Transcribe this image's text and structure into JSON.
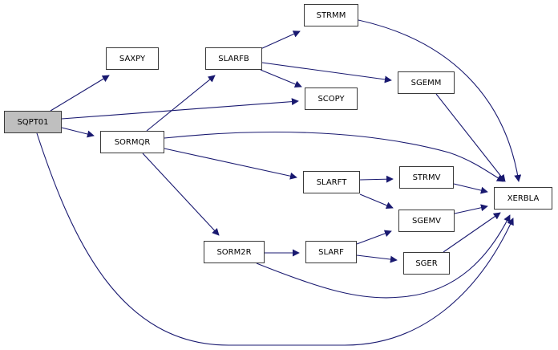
{
  "diagram": {
    "type": "call-graph",
    "root": "SQPT01",
    "edge_color": "#191970",
    "root_fill": "#bfbfbf",
    "nodes": [
      {
        "id": "SQPT01",
        "label": "SQPT01",
        "root": true
      },
      {
        "id": "SAXPY",
        "label": "SAXPY"
      },
      {
        "id": "SORMQR",
        "label": "SORMQR"
      },
      {
        "id": "SLARFB",
        "label": "SLARFB"
      },
      {
        "id": "SCOPY",
        "label": "SCOPY"
      },
      {
        "id": "STRMM",
        "label": "STRMM"
      },
      {
        "id": "SGEMM",
        "label": "SGEMM"
      },
      {
        "id": "SLARFT",
        "label": "SLARFT"
      },
      {
        "id": "STRMV",
        "label": "STRMV"
      },
      {
        "id": "SGEMV",
        "label": "SGEMV"
      },
      {
        "id": "SORM2R",
        "label": "SORM2R"
      },
      {
        "id": "SLARF",
        "label": "SLARF"
      },
      {
        "id": "SGER",
        "label": "SGER"
      },
      {
        "id": "XERBLA",
        "label": "XERBLA"
      }
    ],
    "edges": [
      [
        "SQPT01",
        "SAXPY"
      ],
      [
        "SQPT01",
        "SCOPY"
      ],
      [
        "SQPT01",
        "SORMQR"
      ],
      [
        "SQPT01",
        "XERBLA"
      ],
      [
        "SORMQR",
        "SLARFB"
      ],
      [
        "SORMQR",
        "XERBLA"
      ],
      [
        "SORMQR",
        "SLARFT"
      ],
      [
        "SORMQR",
        "SORM2R"
      ],
      [
        "SLARFB",
        "STRMM"
      ],
      [
        "SLARFB",
        "SGEMM"
      ],
      [
        "SLARFB",
        "SCOPY"
      ],
      [
        "STRMM",
        "XERBLA"
      ],
      [
        "SGEMM",
        "XERBLA"
      ],
      [
        "SLARFT",
        "STRMV"
      ],
      [
        "SLARFT",
        "SGEMV"
      ],
      [
        "STRMV",
        "XERBLA"
      ],
      [
        "SGEMV",
        "XERBLA"
      ],
      [
        "SORM2R",
        "SLARF"
      ],
      [
        "SORM2R",
        "XERBLA"
      ],
      [
        "SLARF",
        "SGEMV"
      ],
      [
        "SLARF",
        "SGER"
      ],
      [
        "SGER",
        "XERBLA"
      ]
    ]
  }
}
